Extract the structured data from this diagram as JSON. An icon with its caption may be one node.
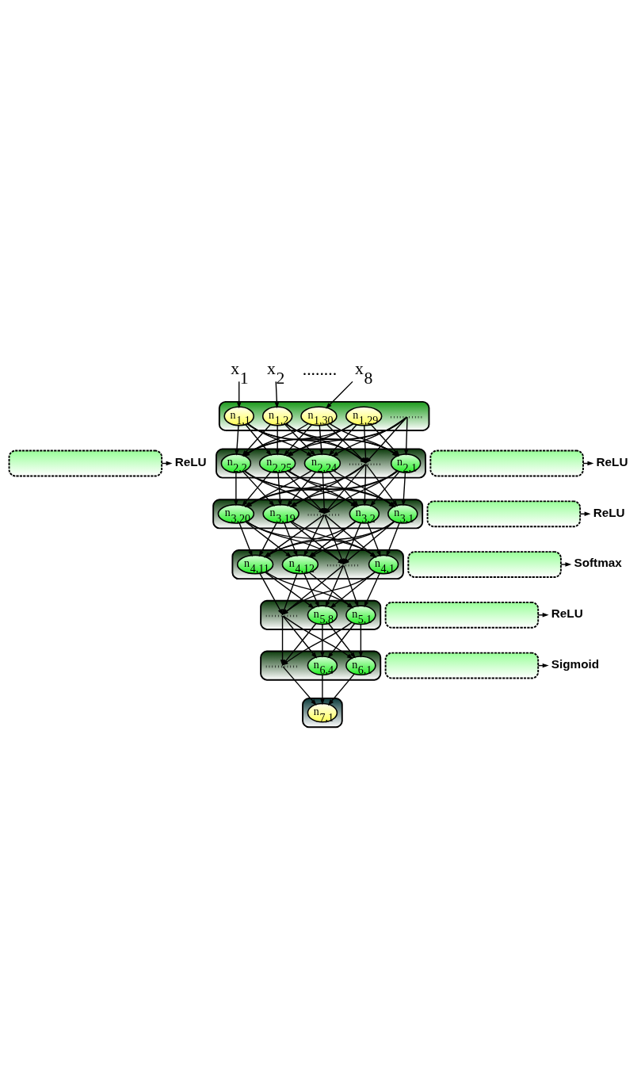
{
  "diagram": {
    "nodes": [
      {
        "text": [
          "x$_{1}$"
        ]
      },
      {
        "text": [
          "x$_{2}$"
        ]
      },
      {
        "text": [
          "x$_{8}$"
        ]
      },
      {
        "text": [],
        "shape": "box"
      },
      {
        "text": [
          "n$_{1,1}$"
        ],
        "in": 3
      },
      {
        "text": [
          "n$_{1,2}$"
        ],
        "in": 3
      },
      {
        "text": [],
        "shape": "dots",
        "in": 3
      },
      {
        "text": [
          "n$_{1,29}$"
        ],
        "in": 3
      },
      {
        "text": [
          "n$_{1,30}$"
        ],
        "in": 3
      },
      {
        "text": [],
        "shape": "box"
      },
      {
        "text": [
          "ReLU"
        ]
      },
      {
        "text": [],
        "shape": "box"
      },
      {
        "text": [
          "n$_{2,1}$"
        ],
        "in": 11
      },
      {
        "text": [
          "n$_{2,2}$"
        ],
        "in": 11
      },
      {
        "text": [],
        "shape": "dots",
        "in": 11
      },
      {
        "text": [
          "n$_{2,24}$"
        ],
        "in": 11
      },
      {
        "text": [
          "n$_{2,25}$"
        ],
        "in": 11
      },
      {
        "text": [],
        "shape": "box"
      },
      {
        "text": [
          "ReLU"
        ]
      },
      {
        "text": [],
        "shape": "box"
      },
      {
        "text": [
          "n$_{3,1}$"
        ],
        "in": 19
      },
      {
        "text": [
          "n$_{3,2}$"
        ],
        "in": 19
      },
      {
        "text": [],
        "shape": "dots",
        "in": 19
      },
      {
        "text": [
          "n$_{3,19}$"
        ],
        "in": 19
      },
      {
        "text": [
          "n$_{3,20}$"
        ],
        "in": 19
      },
      {
        "text": [],
        "shape": "box"
      },
      {
        "text": [
          "ReLU"
        ]
      },
      {
        "text": [],
        "shape": "box"
      },
      {
        "text": [
          "n$_{4,1}$"
        ],
        "in": 27
      },
      {
        "text": [],
        "shape": "dots",
        "in": 27
      },
      {
        "text": [
          "n$_{4,11}$"
        ],
        "in": 27
      },
      {
        "text": [
          "n$_{4,12}$"
        ],
        "in": 27
      },
      {
        "text": [],
        "shape": "box"
      },
      {
        "text": [
          "Softmax"
        ]
      },
      {
        "text": [],
        "shape": "box"
      },
      {
        "text": [
          "n$_{5,1}$"
        ],
        "in": 34
      },
      {
        "text": [],
        "shape": "dots",
        "in": 34
      },
      {
        "text": [
          "n$_{5,8}$"
        ],
        "in": 34
      },
      {
        "text": [],
        "shape": "box"
      },
      {
        "text": [
          "ReLU"
        ]
      },
      {
        "text": [],
        "shape": "box"
      },
      {
        "text": [
          "n$_{6,1}$"
        ],
        "in": 40
      },
      {
        "text": [],
        "shape": "dots",
        "in": 40
      },
      {
        "text": [
          "n$_{6,4}$"
        ],
        "in": 40
      },
      {
        "text": [],
        "shape": "box"
      },
      {
        "text": [
          "Sigmoid"
        ]
      },
      {
        "text": [],
        "shape": "box"
      },
      {
        "text": [
          "n$_{7,1}$"
        ],
        "in": 46
      }
    ],
    "edges": [
      {
        "from": 0,
        "to": 4,
        "arrow": "to"
      },
      {
        "from": 1,
        "to": 5,
        "arrow": "to"
      },
      {
        "from": 2,
        "to": 8,
        "arrow": "to"
      },
      {
        "from": 4,
        "to": 12,
        "arrow": "to"
      },
      {
        "from": 4,
        "to": 13,
        "arrow": "to"
      },
      {
        "from": 4,
        "to": 14,
        "arrow": "to"
      },
      {
        "from": 4,
        "to": 15,
        "arrow": "to"
      },
      {
        "from": 4,
        "to": 16,
        "arrow": "to"
      },
      {
        "from": 5,
        "to": 12,
        "arrow": "to"
      },
      {
        "from": 5,
        "to": 13,
        "arrow": "to"
      },
      {
        "from": 5,
        "to": 14,
        "arrow": "to"
      },
      {
        "from": 5,
        "to": 15,
        "arrow": "to"
      },
      {
        "from": 5,
        "to": 16,
        "arrow": "to"
      },
      {
        "from": 6,
        "to": 12,
        "arrow": "to"
      },
      {
        "from": 6,
        "to": 13,
        "arrow": "to"
      },
      {
        "from": 6,
        "to": 14,
        "arrow": "to"
      },
      {
        "from": 6,
        "to": 15,
        "arrow": "to"
      },
      {
        "from": 6,
        "to": 16,
        "arrow": "to"
      },
      {
        "from": 7,
        "to": 12,
        "arrow": "to"
      },
      {
        "from": 7,
        "to": 13,
        "arrow": "to"
      },
      {
        "from": 7,
        "to": 14,
        "arrow": "to"
      },
      {
        "from": 7,
        "to": 15,
        "arrow": "to"
      },
      {
        "from": 7,
        "to": 16,
        "arrow": "to"
      },
      {
        "from": 8,
        "to": 12,
        "arrow": "to"
      },
      {
        "from": 8,
        "to": 13,
        "arrow": "to"
      },
      {
        "from": 8,
        "to": 14,
        "arrow": "to"
      },
      {
        "from": 8,
        "to": 15,
        "arrow": "to"
      },
      {
        "from": 8,
        "to": 16,
        "arrow": "to"
      },
      {
        "from": 12,
        "to": 20,
        "arrow": "to"
      },
      {
        "from": 12,
        "to": 21,
        "arrow": "to"
      },
      {
        "from": 12,
        "to": 22,
        "arrow": "to"
      },
      {
        "from": 12,
        "to": 23,
        "arrow": "to"
      },
      {
        "from": 12,
        "to": 24,
        "arrow": "to"
      },
      {
        "from": 13,
        "to": 20,
        "arrow": "to"
      },
      {
        "from": 13,
        "to": 21,
        "arrow": "to"
      },
      {
        "from": 13,
        "to": 22,
        "arrow": "to"
      },
      {
        "from": 13,
        "to": 23,
        "arrow": "to"
      },
      {
        "from": 13,
        "to": 24,
        "arrow": "to"
      },
      {
        "from": 14,
        "to": 20,
        "arrow": "to"
      },
      {
        "from": 14,
        "to": 21,
        "arrow": "to"
      },
      {
        "from": 14,
        "to": 22,
        "arrow": "to"
      },
      {
        "from": 14,
        "to": 23,
        "arrow": "to"
      },
      {
        "from": 14,
        "to": 24,
        "arrow": "to"
      },
      {
        "from": 15,
        "to": 20,
        "arrow": "to"
      },
      {
        "from": 15,
        "to": 21,
        "arrow": "to"
      },
      {
        "from": 15,
        "to": 22,
        "arrow": "to"
      },
      {
        "from": 15,
        "to": 23,
        "arrow": "to"
      },
      {
        "from": 15,
        "to": 24,
        "arrow": "to"
      },
      {
        "from": 16,
        "to": 20,
        "arrow": "to"
      },
      {
        "from": 16,
        "to": 21,
        "arrow": "to"
      },
      {
        "from": 16,
        "to": 22,
        "arrow": "to"
      },
      {
        "from": 16,
        "to": 23,
        "arrow": "to"
      },
      {
        "from": 16,
        "to": 24,
        "arrow": "to"
      },
      {
        "from": 20,
        "to": 28,
        "arrow": "to"
      },
      {
        "from": 20,
        "to": 29,
        "arrow": "to"
      },
      {
        "from": 20,
        "to": 30,
        "arrow": "to"
      },
      {
        "from": 20,
        "to": 31,
        "arrow": "to"
      },
      {
        "from": 21,
        "to": 28,
        "arrow": "to"
      },
      {
        "from": 21,
        "to": 29,
        "arrow": "to"
      },
      {
        "from": 21,
        "to": 30,
        "arrow": "to"
      },
      {
        "from": 21,
        "to": 31,
        "arrow": "to"
      },
      {
        "from": 22,
        "to": 28,
        "arrow": "to"
      },
      {
        "from": 22,
        "to": 29,
        "arrow": "to"
      },
      {
        "from": 22,
        "to": 30,
        "arrow": "to"
      },
      {
        "from": 22,
        "to": 31,
        "arrow": "to"
      },
      {
        "from": 23,
        "to": 28,
        "arrow": "to"
      },
      {
        "from": 23,
        "to": 29,
        "arrow": "to"
      },
      {
        "from": 23,
        "to": 30,
        "arrow": "to"
      },
      {
        "from": 23,
        "to": 31,
        "arrow": "to"
      },
      {
        "from": 24,
        "to": 28,
        "arrow": "to"
      },
      {
        "from": 24,
        "to": 29,
        "arrow": "to"
      },
      {
        "from": 24,
        "to": 30,
        "arrow": "to"
      },
      {
        "from": 24,
        "to": 31,
        "arrow": "to"
      },
      {
        "from": 28,
        "to": 35,
        "arrow": "to"
      },
      {
        "from": 28,
        "to": 36,
        "arrow": "to"
      },
      {
        "from": 28,
        "to": 37,
        "arrow": "to"
      },
      {
        "from": 29,
        "to": 35,
        "arrow": "to"
      },
      {
        "from": 29,
        "to": 36,
        "arrow": "to"
      },
      {
        "from": 29,
        "to": 37,
        "arrow": "to"
      },
      {
        "from": 30,
        "to": 35,
        "arrow": "to"
      },
      {
        "from": 30,
        "to": 36,
        "arrow": "to"
      },
      {
        "from": 30,
        "to": 37,
        "arrow": "to"
      },
      {
        "from": 31,
        "to": 35,
        "arrow": "to"
      },
      {
        "from": 31,
        "to": 36,
        "arrow": "to"
      },
      {
        "from": 31,
        "to": 37,
        "arrow": "to"
      },
      {
        "from": 35,
        "to": 41,
        "arrow": "to"
      },
      {
        "from": 35,
        "to": 42,
        "arrow": "to"
      },
      {
        "from": 35,
        "to": 43,
        "arrow": "to"
      },
      {
        "from": 36,
        "to": 41,
        "arrow": "to"
      },
      {
        "from": 36,
        "to": 42,
        "arrow": "to"
      },
      {
        "from": 36,
        "to": 43,
        "arrow": "to"
      },
      {
        "from": 37,
        "to": 41,
        "arrow": "to"
      },
      {
        "from": 37,
        "to": 42,
        "arrow": "to"
      },
      {
        "from": 37,
        "to": 43,
        "arrow": "to"
      },
      {
        "from": 41,
        "to": 47,
        "arrow": "to"
      },
      {
        "from": 42,
        "to": 47,
        "arrow": "to"
      },
      {
        "from": 43,
        "to": 47,
        "arrow": "to"
      },
      {
        "from": 9,
        "to": 10,
        "arrow": "to"
      },
      {
        "from": 17,
        "to": 18,
        "arrow": "to"
      },
      {
        "from": 25,
        "to": 26,
        "arrow": "to"
      },
      {
        "from": 32,
        "to": 33,
        "arrow": "to"
      },
      {
        "from": 38,
        "to": 39,
        "arrow": "to"
      },
      {
        "from": 44,
        "to": 45,
        "arrow": "to"
      }
    ],
    "labels": [
      "........"
    ]
  }
}
